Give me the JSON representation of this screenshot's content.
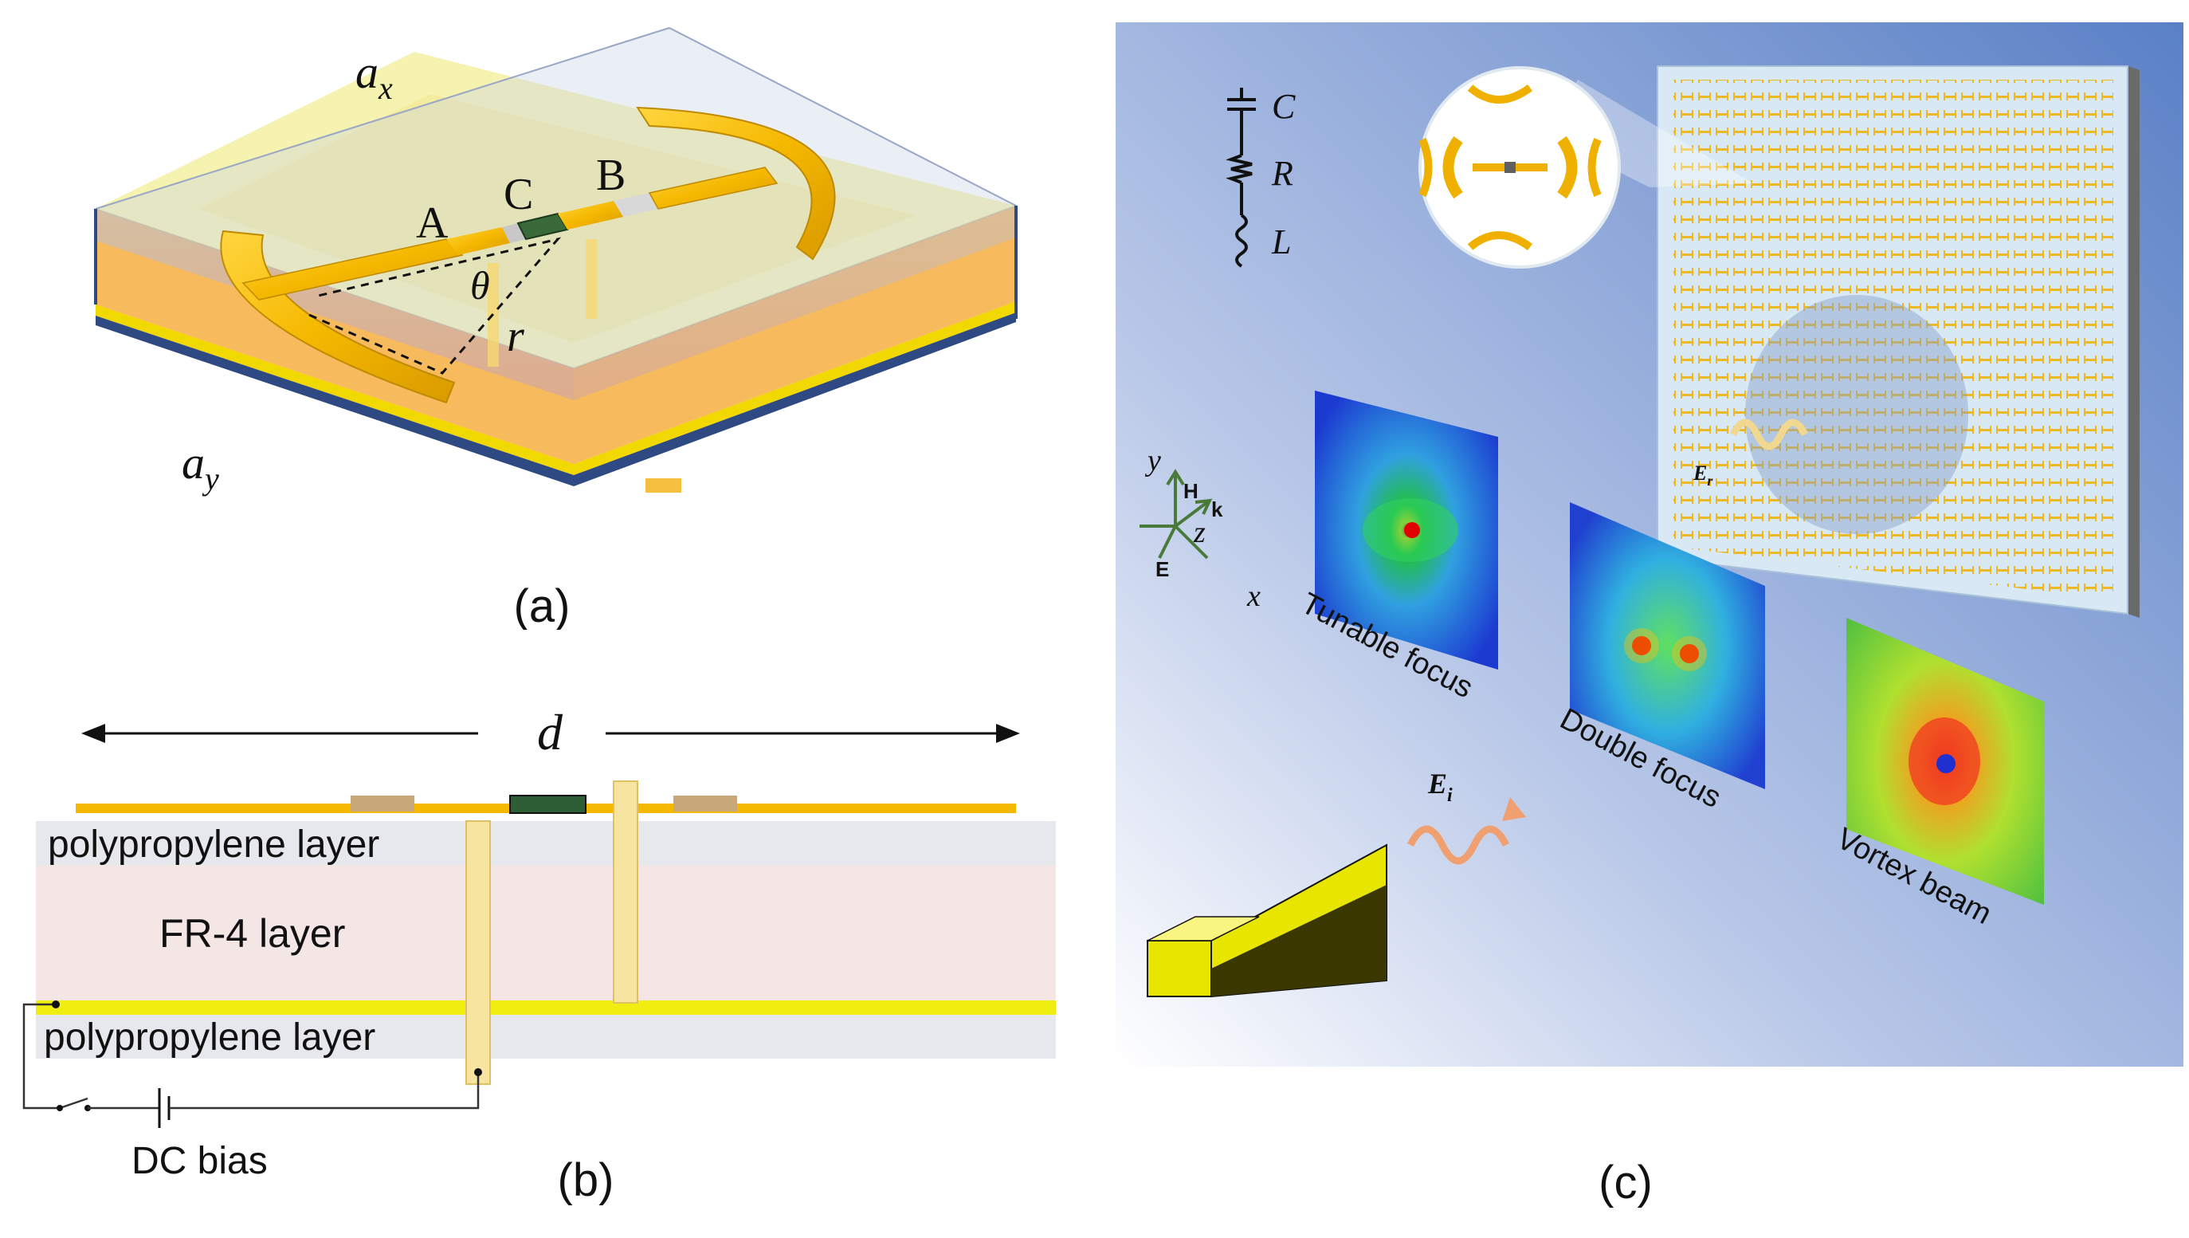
{
  "panel_a": {
    "caption": "(a)",
    "dim_ax": "a",
    "dim_ax_sub": "x",
    "dim_ay": "a",
    "dim_ay_sub": "y",
    "label_A": "A",
    "label_B": "B",
    "label_C": "C",
    "label_theta": "θ",
    "label_r": "r"
  },
  "panel_b": {
    "caption": "(b)",
    "dim_d": "d",
    "layer_top": "polypropylene layer",
    "layer_mid": "FR-4 layer",
    "layer_bottom": "polypropylene layer",
    "bias_label": "DC bias"
  },
  "panel_c": {
    "caption": "(c)",
    "circuit_C": "C",
    "circuit_R": "R",
    "circuit_L": "L",
    "axis_y": "y",
    "axis_x": "x",
    "axis_z": "z",
    "axis_H": "H",
    "axis_E": "E",
    "axis_k": "k",
    "field_incident": "E",
    "field_incident_sub": "i",
    "field_reflected": "E",
    "field_reflected_sub": "r",
    "map_1": "Tunable focus",
    "map_2": "Double focus",
    "map_3": "Vortex beam"
  },
  "colors": {
    "gold": "#f5b800",
    "substrate_yellow": "#f4f0a8",
    "fr4_pink": "#f5e6e6",
    "polypropylene_gray": "#e6e8ee",
    "background_blue": "#6f8fcf",
    "horn_yellow": "#e8e600"
  }
}
